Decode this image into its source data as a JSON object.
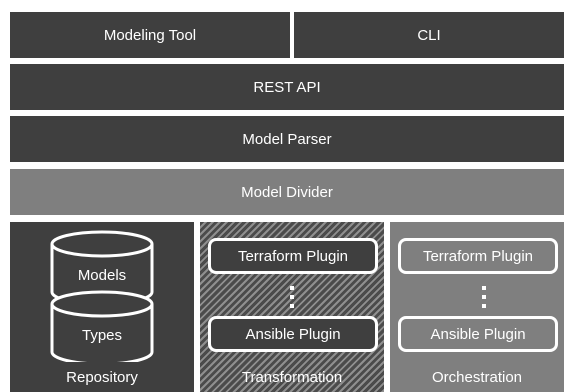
{
  "layers": {
    "modeling_tool": "Modeling Tool",
    "cli": "CLI",
    "rest_api": "REST API",
    "model_parser": "Model Parser",
    "model_divider": "Model Divider"
  },
  "repository": {
    "label": "Repository",
    "models": "Models",
    "types": "Types"
  },
  "transformation": {
    "label": "Transformation",
    "plugins": [
      "Terraform Plugin",
      "Ansible Plugin"
    ]
  },
  "orchestration": {
    "label": "Orchestration",
    "plugins": [
      "Terraform Plugin",
      "Ansible Plugin"
    ]
  },
  "colors": {
    "dark": "#3f3f3f",
    "mid": "#7f7f7f",
    "text": "#ffffff"
  }
}
